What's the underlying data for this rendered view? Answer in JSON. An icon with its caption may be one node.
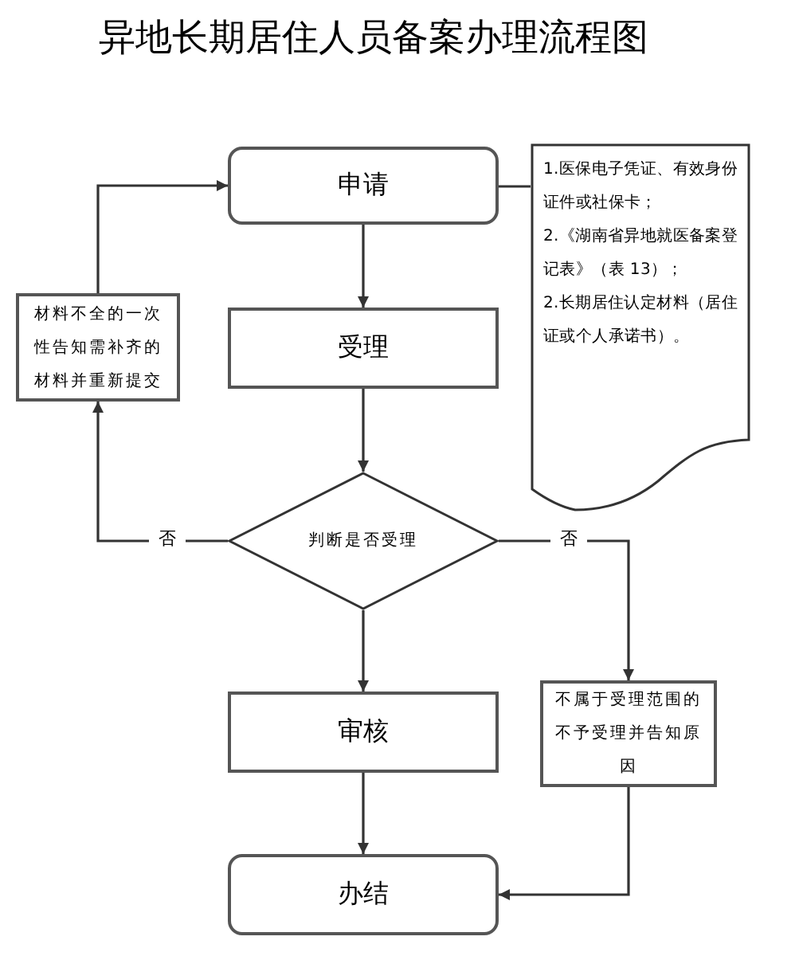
{
  "diagram": {
    "title": "异地长期居住人员备案办理流程图",
    "nodes": [
      {
        "text": [
          "申请"
        ]
      },
      {
        "text": [
          "受理"
        ]
      },
      {
        "text": [
          "判断是否受理"
        ]
      },
      {
        "text": [
          "审核"
        ]
      },
      {
        "text": [
          "办结"
        ]
      },
      {
        "text": [
          "材料不全的一次性告知需补齐的材料并重新提交"
        ]
      },
      {
        "text": [
          "不属于受理范围的不予受理并告知原因"
        ]
      },
      {
        "text": [
          "1.医保电子凭证、有效身份证件或社保卡；",
          "2.《湖南省异地就医备案登记表》（表 13）；",
          "2.长期居住认定材料（居住证或个人承诺书）。"
        ]
      }
    ],
    "edges": [
      {
        "from": 0,
        "to": 1,
        "arrow": "to"
      },
      {
        "from": 1,
        "to": 2,
        "arrow": "to"
      },
      {
        "from": 2,
        "to": 3,
        "arrow": "to"
      },
      {
        "from": 3,
        "to": 4,
        "arrow": "to"
      },
      {
        "from": 2,
        "to": 5,
        "arrow": "to",
        "label": "否"
      },
      {
        "from": 5,
        "to": 0,
        "arrow": "to"
      },
      {
        "from": 2,
        "to": 6,
        "arrow": "to",
        "label": "否"
      },
      {
        "from": 6,
        "to": 4,
        "arrow": "to"
      },
      {
        "from": 0,
        "to": 7,
        "arrow": "none"
      }
    ]
  }
}
